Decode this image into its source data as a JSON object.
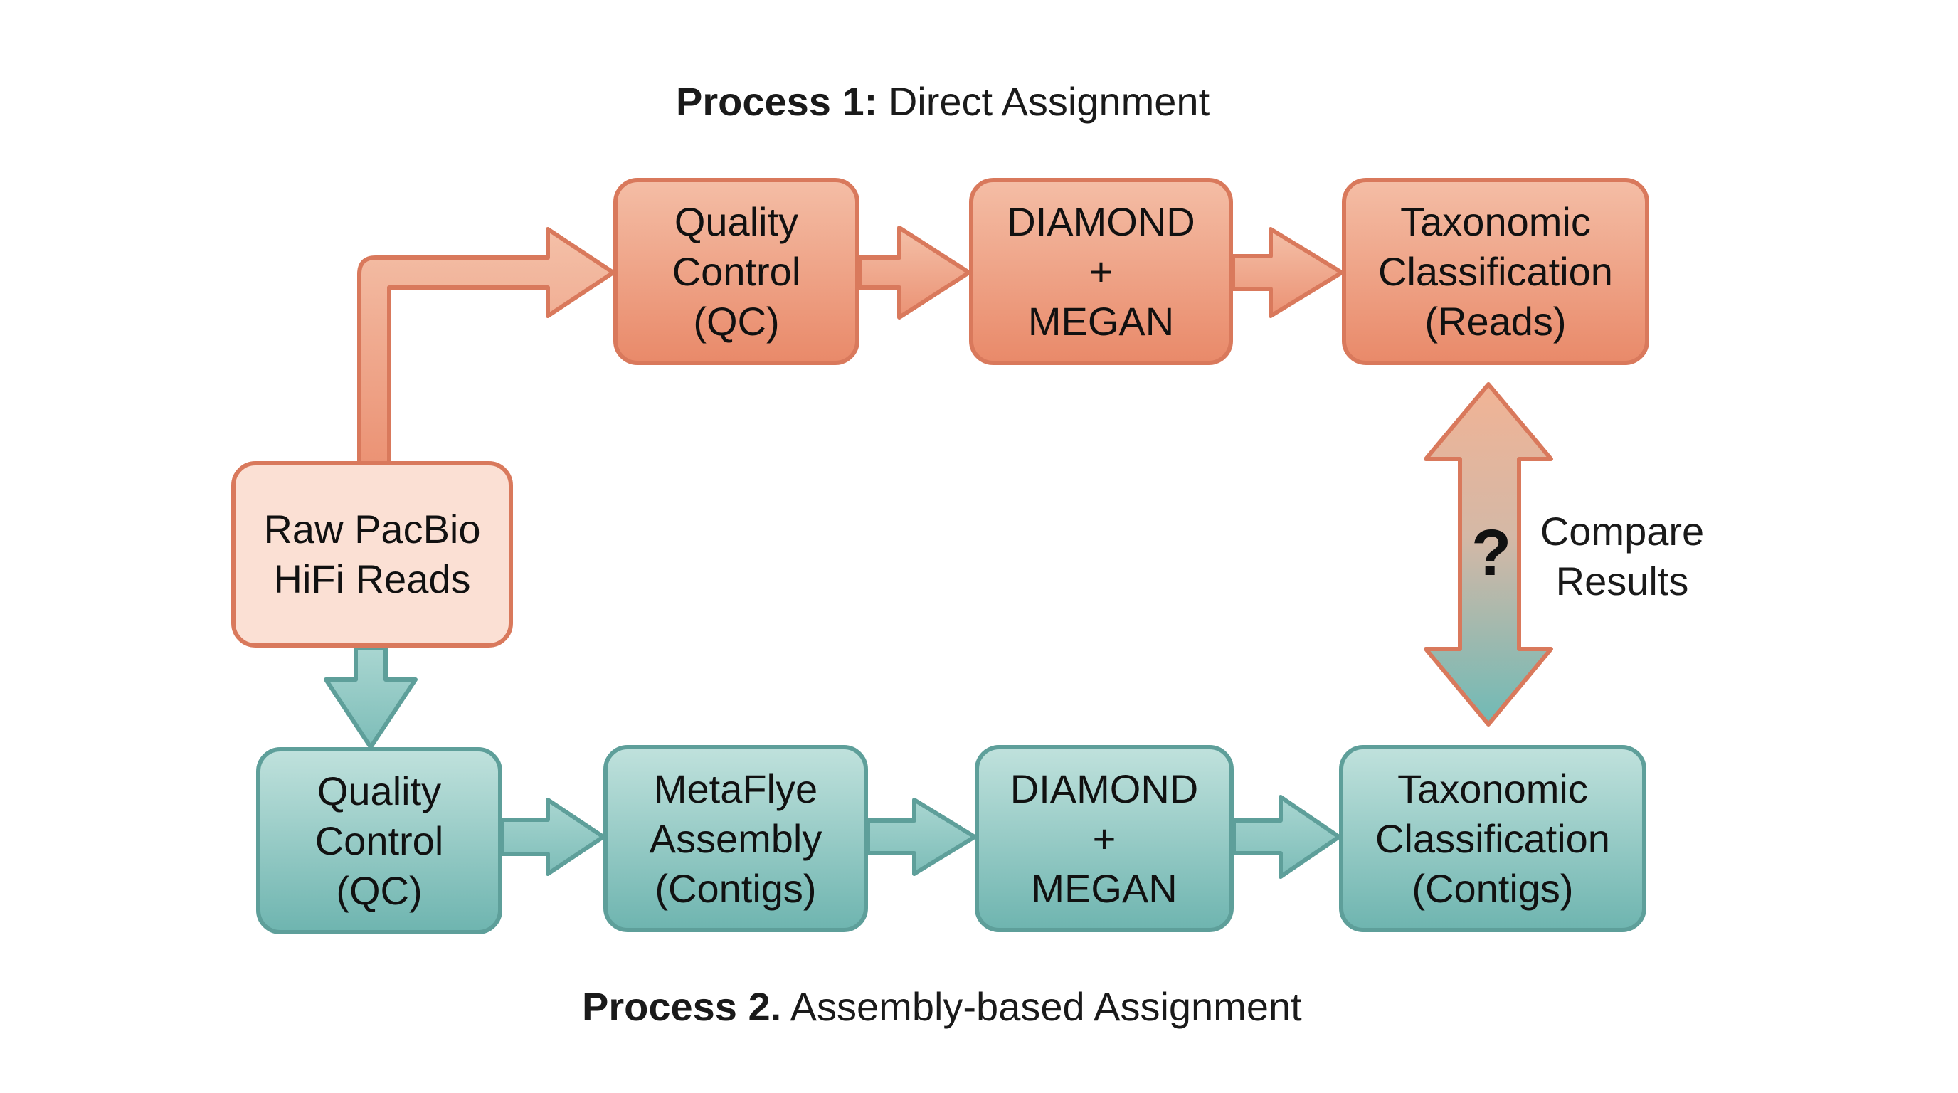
{
  "process1": {
    "title_bold": "Process 1:",
    "title_rest": "Direct Assignment",
    "steps": [
      {
        "lines": [
          "Quality",
          "Control",
          "(QC)"
        ]
      },
      {
        "lines": [
          "DIAMOND",
          "+",
          "MEGAN"
        ]
      },
      {
        "lines": [
          "Taxonomic",
          "Classification",
          "(Reads)"
        ]
      }
    ]
  },
  "process2": {
    "title_bold": "Process 2.",
    "title_rest": "Assembly-based Assignment",
    "steps": [
      {
        "lines": [
          "Quality",
          "Control",
          "(QC)"
        ]
      },
      {
        "lines": [
          "MetaFlye",
          "Assembly",
          "(Contigs)"
        ]
      },
      {
        "lines": [
          "DIAMOND",
          "+",
          "MEGAN"
        ]
      },
      {
        "lines": [
          "Taxonomic",
          "Classification",
          "(Contigs)"
        ]
      }
    ]
  },
  "source": {
    "lines": [
      "Raw PacBio",
      "HiFi Reads"
    ]
  },
  "compare": {
    "symbol": "?",
    "lines": [
      "Compare",
      "Results"
    ]
  },
  "colors": {
    "orange_fill": "#eda084",
    "orange_stroke": "#d9795c",
    "orange_light": "#fbe0d4",
    "teal_fill": "#8ec8c3",
    "teal_stroke": "#5e9f9a"
  }
}
